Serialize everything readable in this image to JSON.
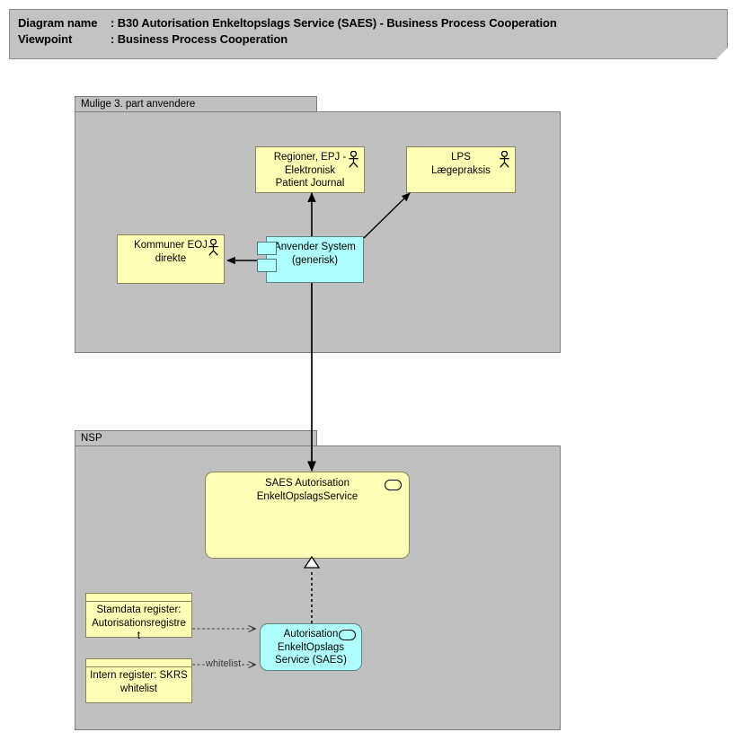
{
  "header": {
    "diagram_name_label": "Diagram name",
    "diagram_name_sep": ": ",
    "diagram_name_value": "B30 Autorisation Enkeltopslags Service (SAES) - Business Process Cooperation",
    "viewpoint_label": "Viewpoint",
    "viewpoint_sep": ": ",
    "viewpoint_value": "Business Process Cooperation"
  },
  "groups": [
    {
      "id": "third-party",
      "title": "Mulige 3. part anvendere"
    },
    {
      "id": "nsp",
      "title": "NSP"
    }
  ],
  "nodes": {
    "regioner": {
      "label": "Regioner, EPJ -\nElektronisk\nPatient Journal",
      "icon": "actor-icon",
      "type": "business-actor"
    },
    "lps": {
      "label": "LPS\nLægepraksis",
      "icon": "actor-icon",
      "type": "business-actor"
    },
    "kommuner": {
      "label": "Kommuner EOJ\ndirekte",
      "icon": "actor-icon",
      "type": "business-actor"
    },
    "anvender_system": {
      "label": "Anvender System\n(generisk)",
      "icon": "component-icon",
      "type": "application-component"
    },
    "saes_service": {
      "label": "SAES Autorisation\nEnkeltOpslagsService",
      "icon": "service-oval-icon",
      "type": "application-service"
    },
    "autorisation_component": {
      "label": "Autorisation\nEnkeltOpslags\nService (SAES)",
      "icon": "service-oval-icon",
      "type": "application-component"
    },
    "stamdata_register": {
      "label": "Stamdata register:\nAutorisationsregistre\nt",
      "type": "data-object"
    },
    "intern_register": {
      "label": "Intern register: SKRS\nwhitelist",
      "type": "data-object"
    }
  },
  "connectors": [
    {
      "id": "anvender-to-regioner",
      "from": "anvender_system",
      "to": "regioner",
      "style": "solid-arrow",
      "label": ""
    },
    {
      "id": "anvender-to-lps",
      "from": "anvender_system",
      "to": "lps",
      "style": "solid-arrow",
      "label": ""
    },
    {
      "id": "anvender-to-kommuner",
      "from": "anvender_system",
      "to": "kommuner",
      "style": "solid-arrow",
      "label": ""
    },
    {
      "id": "anvender-to-saes-service",
      "from": "anvender_system",
      "to": "saes_service",
      "style": "solid-arrow",
      "label": ""
    },
    {
      "id": "autorisation-realizes-saes-service",
      "from": "autorisation_component",
      "to": "saes_service",
      "style": "dashed-hollow-triangle",
      "label": ""
    },
    {
      "id": "stamdata-to-autorisation",
      "from": "stamdata_register",
      "to": "autorisation_component",
      "style": "dashed-open-arrow",
      "label": ""
    },
    {
      "id": "intern-to-autorisation",
      "from": "intern_register",
      "to": "autorisation_component",
      "style": "dashed-open-arrow",
      "label": "whitelist"
    }
  ],
  "colors": {
    "note_background": "#c3c3c3",
    "group_background": "#c0c0c0",
    "business_yellow": "#ffffb5",
    "application_cyan": "#b0ffff",
    "border_gray": "#7d7d7d",
    "line_black": "#000000"
  }
}
